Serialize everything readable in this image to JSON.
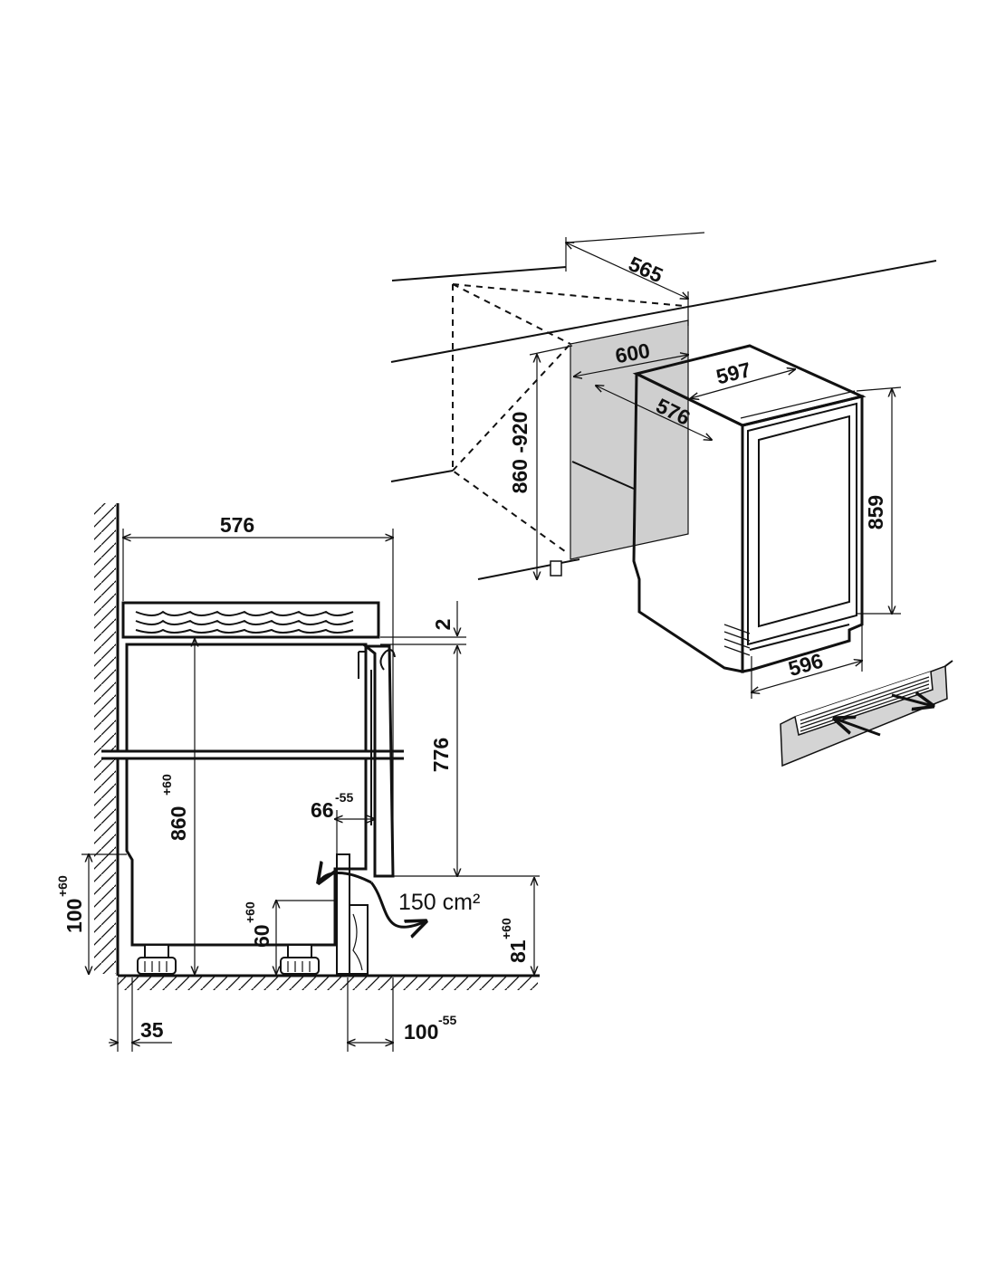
{
  "colors": {
    "line": "#111111",
    "recess_fill": "#cfcfcf",
    "background": "#ffffff"
  },
  "isometric": {
    "niche_depth": "565",
    "niche_width": "600",
    "niche_height": "860 -920",
    "appliance_width": "597",
    "appliance_depth": "576",
    "appliance_height": "859",
    "appliance_base_width": "596"
  },
  "section": {
    "worktop_depth": "576",
    "top_gap": "2",
    "appliance_height": "776",
    "niche_height": {
      "value": "860",
      "tolerance": "+60"
    },
    "plinth_depth": {
      "value": "66",
      "tolerance": "-55"
    },
    "ventilation_area": "150 cm²",
    "foot_height": {
      "value": "60",
      "tolerance": "+60"
    },
    "plinth_height_left": {
      "value": "100",
      "tolerance": "+60"
    },
    "plinth_height_right": {
      "value": "81",
      "tolerance": "+60"
    },
    "rear_offset": "35",
    "front_offset": {
      "value": "100",
      "tolerance": "-55"
    }
  }
}
